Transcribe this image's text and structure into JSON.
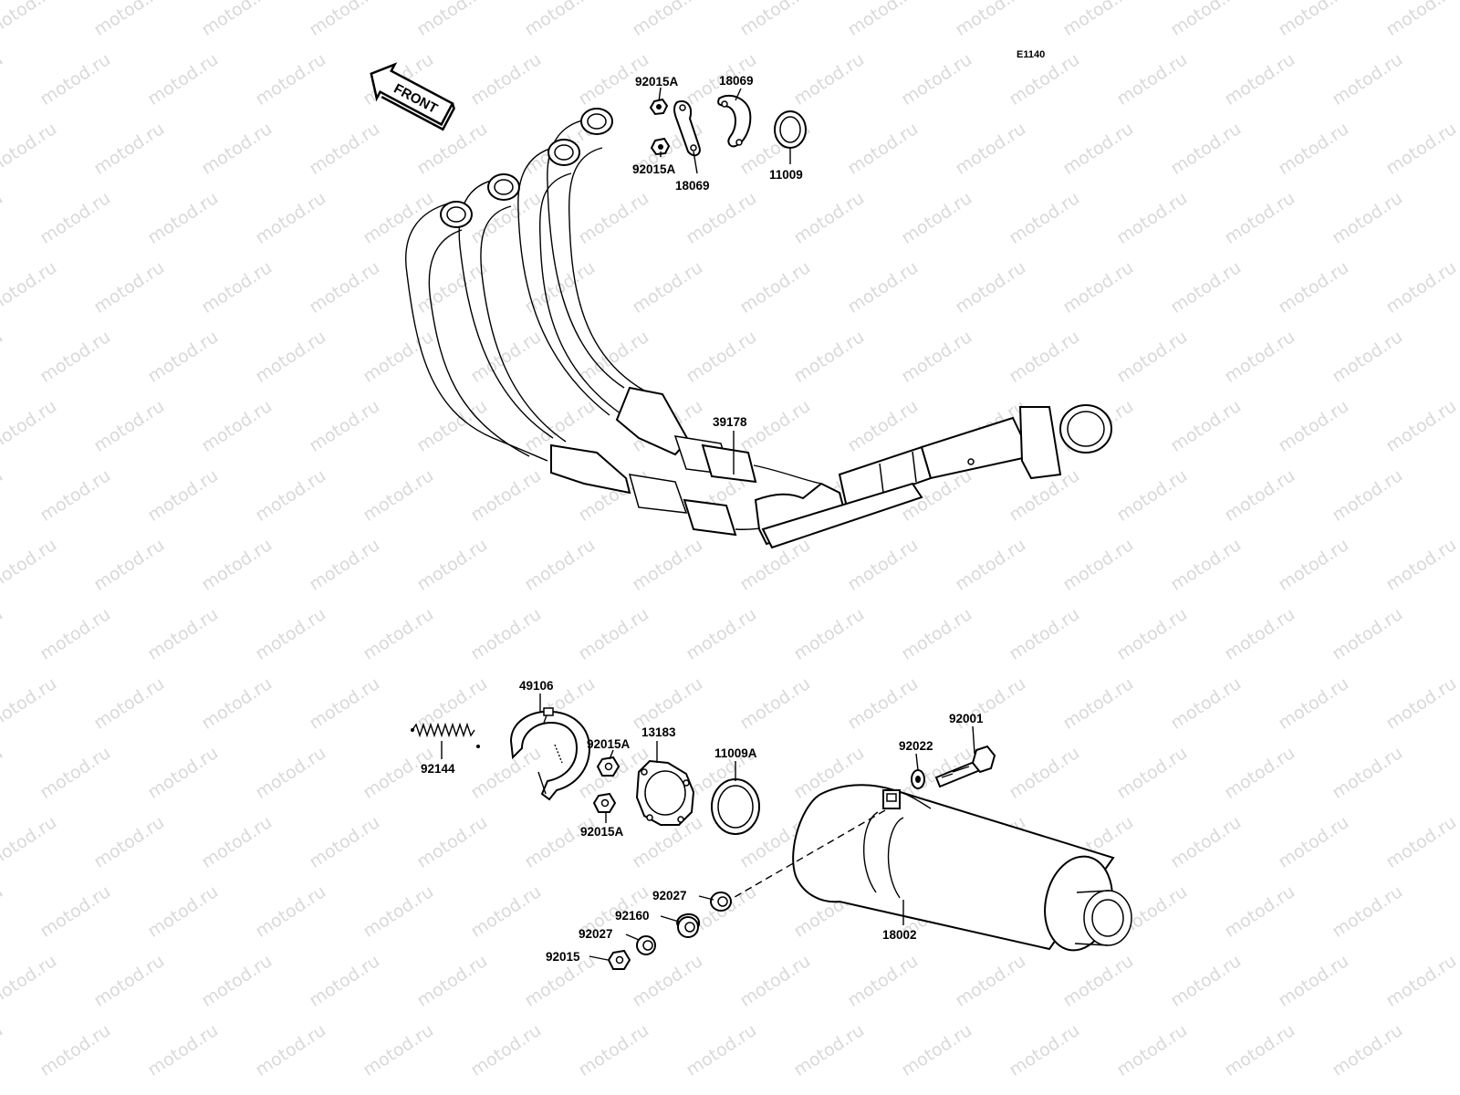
{
  "diagram_code": "E1140",
  "watermark_text": "motod.ru",
  "front_label": "FRONT",
  "parts": {
    "p92015A_top1": "92015A",
    "p18069_top1": "18069",
    "p92015A_top2": "92015A",
    "p18069_top2": "18069",
    "p11009": "11009",
    "p39178": "39178",
    "p49106": "49106",
    "p13183": "13183",
    "p92001": "92001",
    "p92015A_mid1": "92015A",
    "p11009A": "11009A",
    "p92022": "92022",
    "p92144": "92144",
    "p92015A_mid2": "92015A",
    "p92027_a": "92027",
    "p92160": "92160",
    "p92027_b": "92027",
    "p92015": "92015",
    "p18002": "18002"
  }
}
